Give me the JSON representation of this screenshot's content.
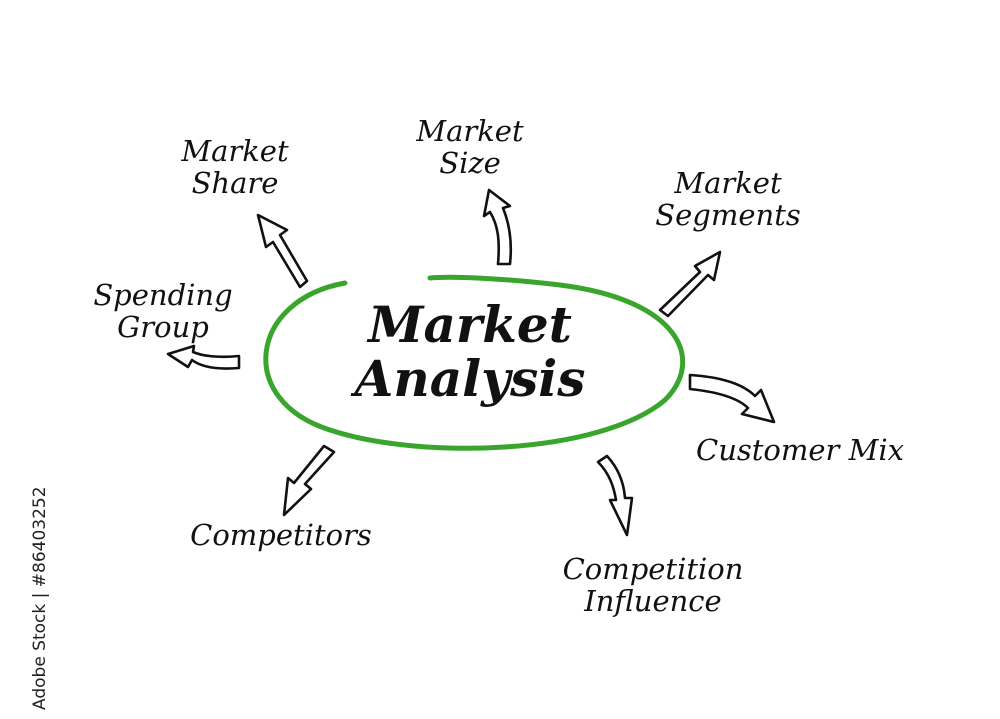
{
  "center": {
    "line1": "Market",
    "line2": "Analysis"
  },
  "nodes": {
    "market_share": {
      "line1": "Market",
      "line2": "Share"
    },
    "market_size": {
      "line1": "Market",
      "line2": "Size"
    },
    "market_segments": {
      "line1": "Market",
      "line2": "Segments"
    },
    "spending_group": {
      "line1": "Spending",
      "line2": "Group"
    },
    "customer_mix": {
      "line1": "Customer Mix"
    },
    "competitors": {
      "line1": "Competitors"
    },
    "competition_influence": {
      "line1": "Competition",
      "line2": "Influence"
    }
  },
  "watermark": "Adobe Stock | #86403252",
  "colors": {
    "ellipse": "#3aa52c",
    "ink": "#111111"
  }
}
